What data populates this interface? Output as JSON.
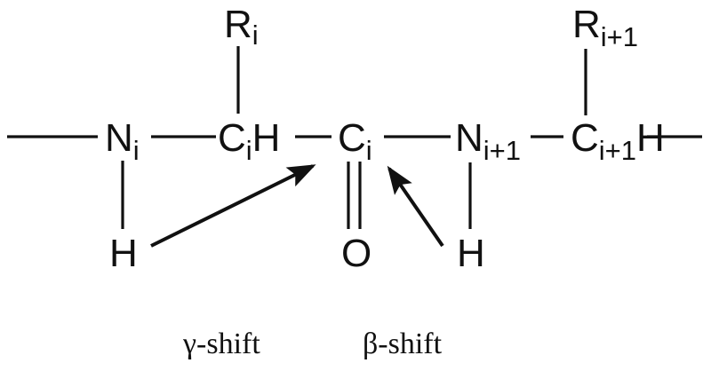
{
  "diagram": {
    "type": "chemical-structure",
    "description": "Peptide backbone segment showing gamma-shift and beta-shift relationships to carbonyl carbon",
    "atoms": {
      "n_i": {
        "symbol": "N",
        "sub": "i"
      },
      "ca_i": {
        "symbol": "C",
        "sub": "i",
        "suffix": "H"
      },
      "c_i": {
        "symbol": "C",
        "sub": "i"
      },
      "n_i1": {
        "symbol": "N",
        "sub": "i+1"
      },
      "ca_i1": {
        "symbol": "C",
        "sub": "i+1",
        "suffix": "H"
      },
      "r_i": {
        "symbol": "R",
        "sub": "i"
      },
      "r_i1": {
        "symbol": "R",
        "sub": "i+1"
      },
      "h_n_i": {
        "symbol": "H"
      },
      "o_c_i": {
        "symbol": "O"
      },
      "h_n_i1": {
        "symbol": "H"
      }
    },
    "bonds": [
      {
        "from": "chain-left",
        "to": "n_i",
        "order": 1
      },
      {
        "from": "n_i",
        "to": "ca_i",
        "order": 1
      },
      {
        "from": "ca_i",
        "to": "c_i",
        "order": 1
      },
      {
        "from": "c_i",
        "to": "n_i1",
        "order": 1
      },
      {
        "from": "n_i1",
        "to": "ca_i1",
        "order": 1
      },
      {
        "from": "ca_i1",
        "to": "chain-right",
        "order": 1
      },
      {
        "from": "ca_i",
        "to": "r_i",
        "order": 1
      },
      {
        "from": "ca_i1",
        "to": "r_i1",
        "order": 1
      },
      {
        "from": "n_i",
        "to": "h_n_i",
        "order": 1
      },
      {
        "from": "c_i",
        "to": "o_c_i",
        "order": 2
      },
      {
        "from": "n_i1",
        "to": "h_n_i1",
        "order": 1
      }
    ],
    "arrows": [
      {
        "from": "h_n_i",
        "to": "c_i",
        "label": "γ-shift"
      },
      {
        "from": "h_n_i1",
        "to": "c_i",
        "label": "β-shift"
      }
    ],
    "captions": {
      "gamma": "γ-shift",
      "beta": "β-shift"
    },
    "colors": {
      "ink": "#111111",
      "background": "#ffffff"
    }
  }
}
